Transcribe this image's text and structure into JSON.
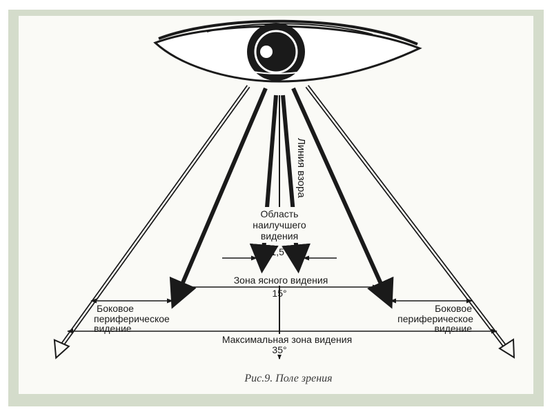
{
  "labels": {
    "gaze_line": "Линия взора",
    "best_vision_area": [
      "Область",
      "наилучшего",
      "видения"
    ],
    "angle_best": "1,5°",
    "clear_vision_zone": "Зона ясного видения",
    "angle_clear": "15°",
    "lateral_left": [
      "Боковое",
      "периферическое",
      "видение"
    ],
    "lateral_right": [
      "Боковое",
      "периферическое",
      "видение"
    ],
    "max_vision_zone": "Максимальная зона видения",
    "angle_max": "35°"
  },
  "caption": "Рис.9.   Поле зрения",
  "colors": {
    "outer_background": "#d4dccb",
    "paper": "#fafaf6",
    "ink": "#1a1a1a"
  }
}
